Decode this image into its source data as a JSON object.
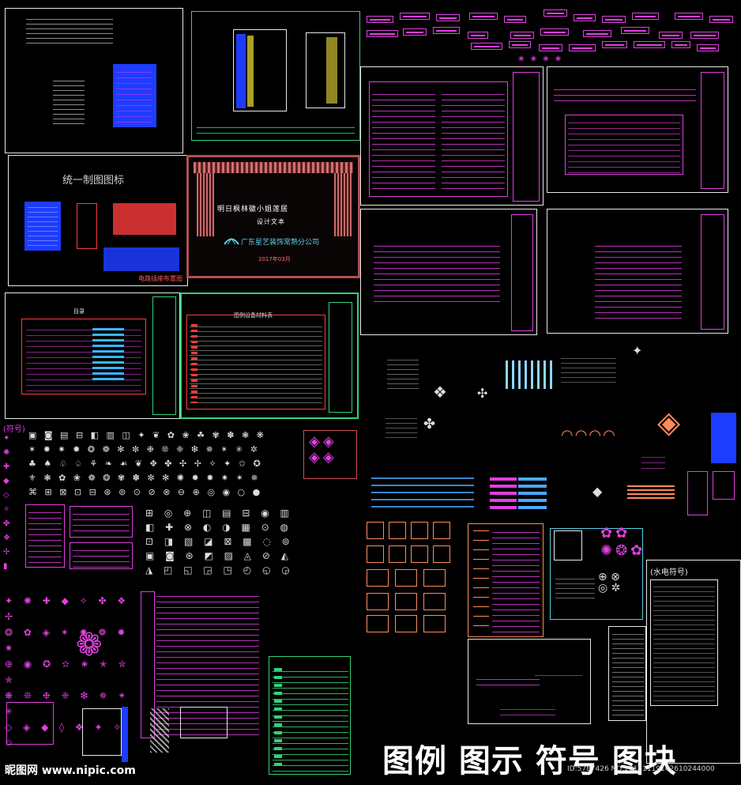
{
  "sheets": {
    "unified_legend_title": "统一制图图标",
    "socket_legend_caption": "电路插座布置图",
    "cover_line_1": "明日枫林徽小姐莲居",
    "cover_line_2": "设计文本",
    "cover_company": "广东星艺装饰常熟分公司",
    "cover_date": "2017年03月",
    "catalog_title": "目录",
    "materials_title": "图例设备材料表",
    "symbols_label": "(符号)",
    "water_elec_label": "(水电符号)"
  },
  "caption": "图例 图示 符号 图块",
  "watermark": {
    "site": "昵图网 www.nipic.com",
    "id": "ID:5787426 NO:20181119162610244000"
  },
  "colors": {
    "magenta": "#e040e0",
    "green": "#33d17a",
    "red": "#ff3b3b",
    "blue": "#1e3cff",
    "orange": "#ff8a5a",
    "yellow": "#f2e33a"
  }
}
